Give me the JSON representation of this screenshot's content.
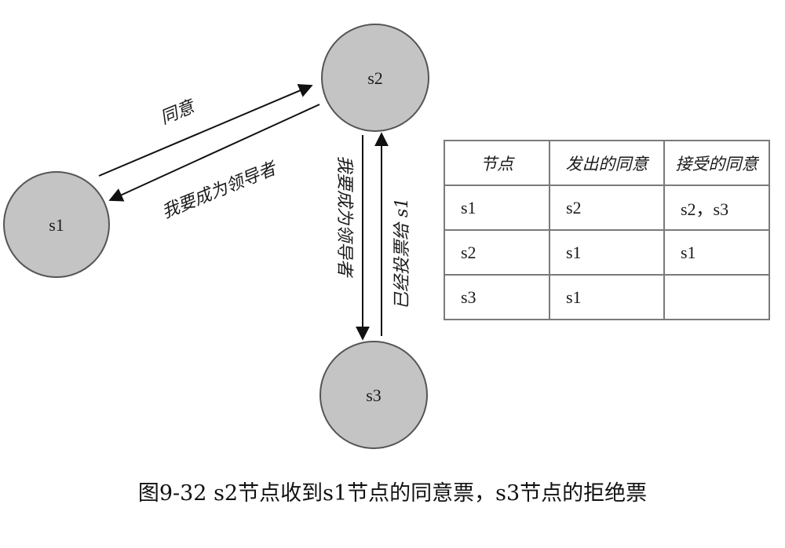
{
  "nodes": {
    "s1": "s1",
    "s2": "s2",
    "s3": "s3"
  },
  "edges": {
    "s1_to_s2": "同意",
    "s2_to_s1": "我要成为领导者",
    "s2_to_s3": "我要成为领导者",
    "s3_to_s2": "已经投票给 s1"
  },
  "table": {
    "headers": [
      "节点",
      "发出的同意",
      "接受的同意"
    ],
    "rows": [
      [
        "s1",
        "s2",
        "s2，s3"
      ],
      [
        "s2",
        "s1",
        "s1"
      ],
      [
        "s3",
        "s1",
        ""
      ]
    ]
  },
  "caption": "图9-32    s2节点收到s1节点的同意票，s3节点的拒绝票"
}
